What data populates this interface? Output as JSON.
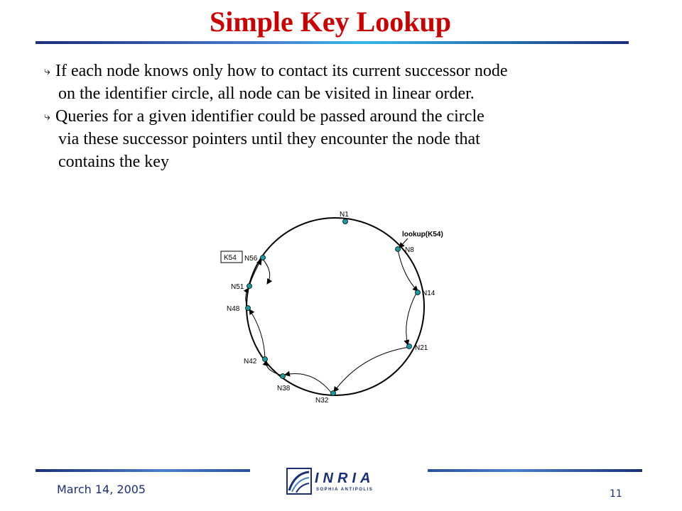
{
  "slide": {
    "title": "Simple Key Lookup",
    "bullet_icon": "curved-arrow-bullet-icon",
    "bullets": [
      {
        "line1": "If each node knows only how to contact its current successor node",
        "line2": "on the identifier circle, all node can be visited in linear order."
      },
      {
        "line1": "Queries for a given identifier could be passed around the circle",
        "line2": "via these successor pointers until they encounter the node that",
        "line3": "contains the key"
      }
    ]
  },
  "diagram": {
    "lookup_label": "lookup(K54)",
    "key_label": "K54",
    "nodes": {
      "n1": "N1",
      "n8": "N8",
      "n14": "N14",
      "n21": "N21",
      "n32": "N32",
      "n38": "N38",
      "n42": "N42",
      "n48": "N48",
      "n51": "N51",
      "n56": "N56"
    },
    "node_color": "#1a9aa0"
  },
  "footer": {
    "date": "March 14, 2005",
    "page": "11",
    "logo_text": "INRIA",
    "logo_subtext": "SOPHIA ANTIPOLIS",
    "brand_color": "#1a2f7a",
    "title_color": "#cc0000"
  }
}
